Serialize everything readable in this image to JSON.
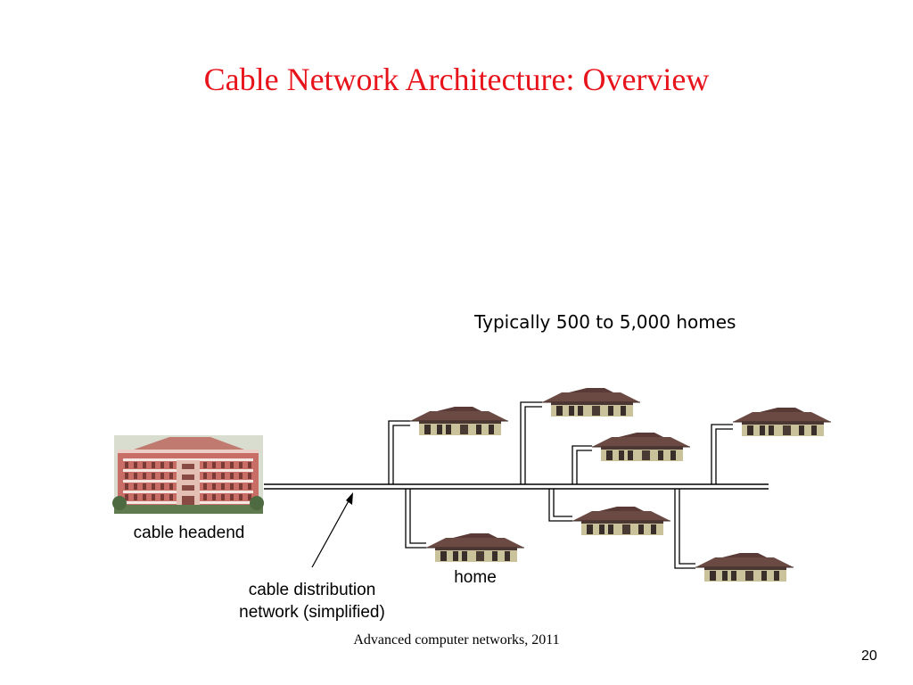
{
  "title": "Cable Network Architecture: Overview",
  "note": "Typically 500 to 5,000 homes",
  "labels": {
    "headend": "cable headend",
    "distribution_line1": "cable distribution",
    "distribution_line2": "network (simplified)",
    "home": "home"
  },
  "footer": "Advanced computer networks, 2011",
  "page_number": "20",
  "colors": {
    "title": "#e8141c"
  }
}
